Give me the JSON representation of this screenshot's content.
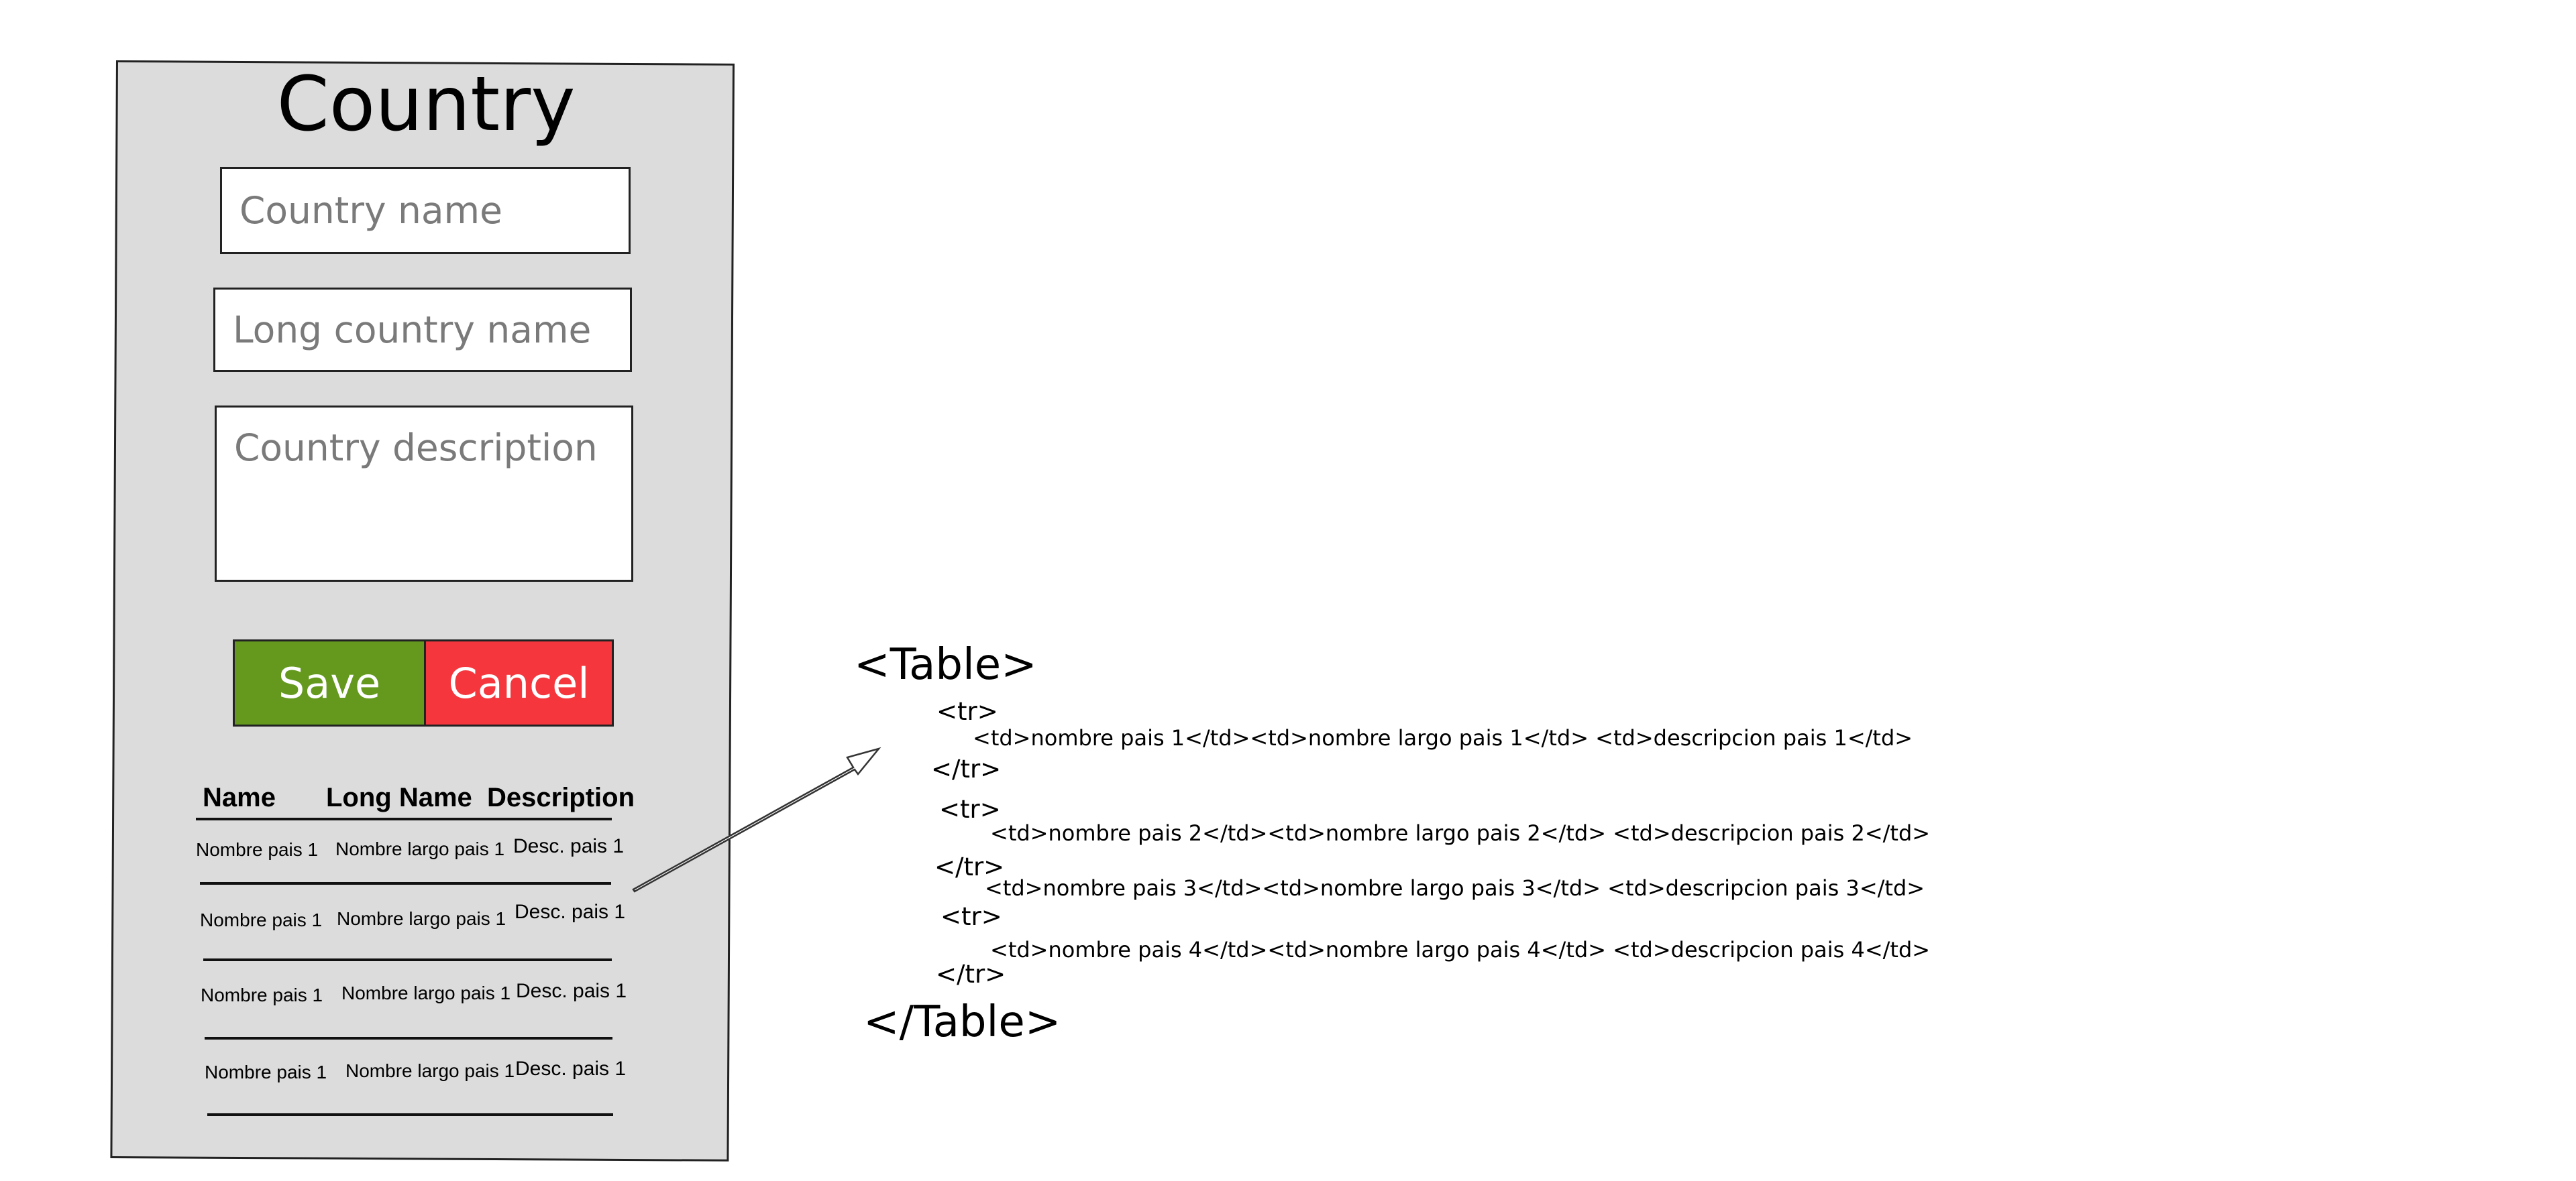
{
  "form": {
    "title": "Country",
    "name_placeholder": "Country name",
    "long_name_placeholder": "Long country name",
    "description_placeholder": "Country description",
    "save_label": "Save",
    "cancel_label": "Cancel",
    "save_color": "#64991e",
    "cancel_color": "#f5373d"
  },
  "table": {
    "headers": [
      "Name",
      "Long Name",
      "Description"
    ],
    "rows": [
      [
        "Nombre pais 1",
        "Nombre largo pais 1",
        "Desc. pais 1"
      ],
      [
        "Nombre pais 1",
        "Nombre largo pais 1",
        "Desc. pais 1"
      ],
      [
        "Nombre pais 1",
        "Nombre largo pais 1",
        "Desc. pais 1"
      ],
      [
        "Nombre pais 1",
        "Nombre largo pais 1",
        "Desc. pais 1"
      ]
    ]
  },
  "code": {
    "open_table": "<Table>",
    "close_table": "</Table>",
    "tr_open": "<tr>",
    "tr_close": "</tr>",
    "rows": [
      "<td>nombre pais 1</td><td>nombre largo pais 1</td> <td>descripcion pais 1</td>",
      "<td>nombre pais 2</td><td>nombre largo pais 2</td> <td>descripcion pais 2</td>",
      "<td>nombre pais 3</td><td>nombre largo pais 3</td> <td>descripcion pais 3</td>",
      "<td>nombre pais 4</td><td>nombre largo pais 4</td> <td>descripcion pais 4</td>"
    ]
  },
  "icons": {
    "pointer": "arrow-icon"
  }
}
